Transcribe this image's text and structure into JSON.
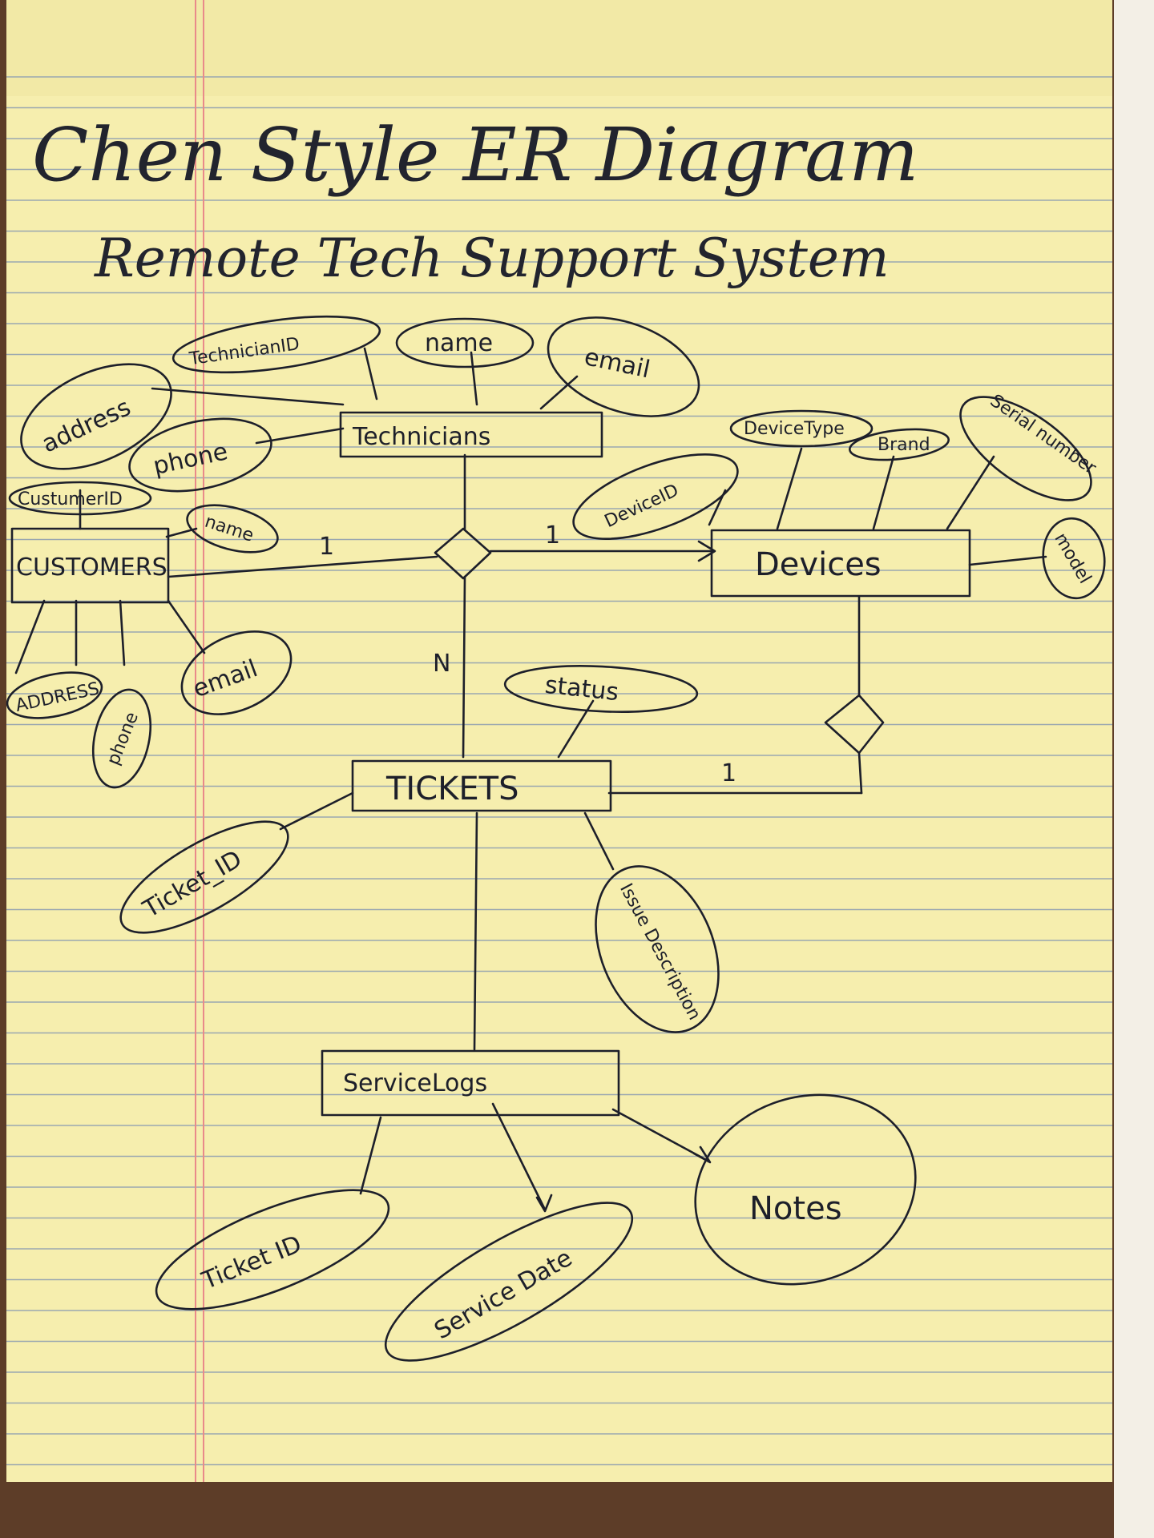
{
  "title": "Chen Style ER Diagram",
  "subtitle": "Remote Tech Support System",
  "entities": {
    "technicians": "Technicians",
    "customers": "CUSTOMERS",
    "devices": "Devices",
    "tickets": "TICKETS",
    "service_logs": "ServiceLogs"
  },
  "attributes": {
    "technician_id": "TechnicianID",
    "tech_name": "name",
    "tech_email": "email",
    "tech_address": "address",
    "tech_phone": "phone",
    "customer_id": "CustumerID",
    "cust_name": "name",
    "cust_address": "ADDRESS",
    "cust_phone": "phone",
    "cust_email": "email",
    "device_id": "DeviceID",
    "device_type": "DeviceType",
    "brand": "Brand",
    "serial_number": "Serial number",
    "model": "model",
    "status": "status",
    "ticket_id": "Ticket_ID",
    "issue_description": "Issue Description",
    "log_ticket_id": "Ticket ID",
    "service_date": "Service Date",
    "notes": "Notes"
  },
  "cardinalities": {
    "customer_side": "1",
    "device_side": "1",
    "ticket_side": "N",
    "device_ticket": "1"
  }
}
